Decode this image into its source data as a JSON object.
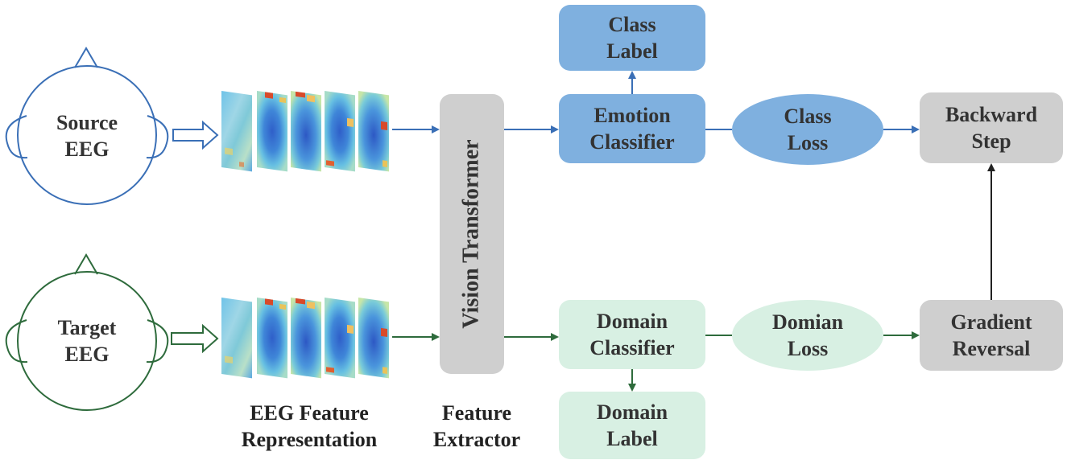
{
  "heads": {
    "source": {
      "label": "Source\nEEG",
      "color": "#3a6fb6"
    },
    "target": {
      "label": "Target\nEEG",
      "color": "#2e6b3c"
    }
  },
  "nodes": {
    "vision_transformer": "Vision Transformer",
    "class_label": "Class\nLabel",
    "emotion_classifier": "Emotion\nClassifier",
    "class_loss": "Class\nLoss",
    "backward_step": "Backward\nStep",
    "domain_classifier": "Domain\nClassifier",
    "domain_label": "Domain\nLabel",
    "domian_loss": "Domian\nLoss",
    "gradient_reversal": "Gradient\nReversal"
  },
  "captions": {
    "eeg_feature": "EEG Feature\nRepresentation",
    "feature_extractor": "Feature\nExtractor"
  },
  "colors": {
    "blue_fill": "#7fb0df",
    "blue_arrow": "#3a6fb6",
    "green_fill": "#d8f0e3",
    "green_arrow": "#2e6b3c",
    "gray_fill": "#cfcfcf",
    "black_arrow": "#222222"
  }
}
